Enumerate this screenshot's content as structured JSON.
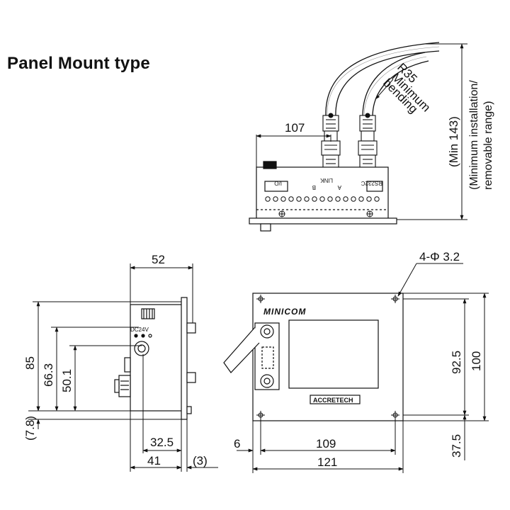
{
  "title": "Panel Mount type",
  "top_view": {
    "dim_width": "107",
    "bend_radius": "R35",
    "bend_line1": "Minimum",
    "bend_line2": "bending",
    "min_height": "(Min 143)",
    "range_line1": "(Minimum installation/",
    "range_line2": "removable range)",
    "port_io": "I/O",
    "port_b": "B",
    "port_link": "LINK",
    "port_a": "A",
    "port_rs232c": "RS232C"
  },
  "side_view": {
    "dim_52": "52",
    "dim_85": "85",
    "dim_66_3": "66.3",
    "dim_50_1": "50.1",
    "dim_7_8": "(7.8)",
    "dim_32_5": "32.5",
    "dim_41": "41",
    "dim_3": "(3)",
    "dc_label": "DC24V"
  },
  "front_view": {
    "holes": "4-Φ 3.2",
    "brand": "MINICOM",
    "maker": "ACCRETECH",
    "dim_92_5": "92.5",
    "dim_100": "100",
    "dim_37_5": "37.5",
    "dim_6": "6",
    "dim_109": "109",
    "dim_121": "121"
  }
}
